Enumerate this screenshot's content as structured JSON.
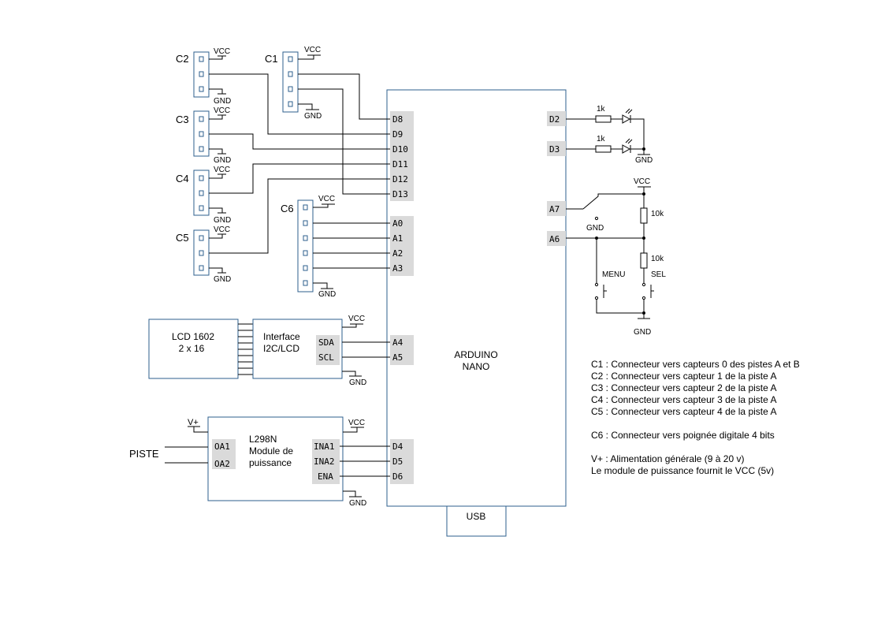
{
  "arduino": {
    "name_line1": "ARDUINO",
    "name_line2": "NANO",
    "usb": "USB",
    "left_pins": [
      "D8",
      "D9",
      "D10",
      "D11",
      "D12",
      "D13",
      "A0",
      "A1",
      "A2",
      "A3",
      "A4",
      "A5",
      "D4",
      "D5",
      "D6"
    ],
    "right_pins": [
      "D2",
      "D3",
      "A7",
      "A6"
    ]
  },
  "connectors": {
    "c1": "C1",
    "c2": "C2",
    "c3": "C3",
    "c4": "C4",
    "c5": "C5",
    "c6": "C6"
  },
  "power": {
    "vcc": "VCC",
    "gnd": "GND",
    "vplus": "V+"
  },
  "lcd": {
    "line1": "LCD 1602",
    "line2": "2 x 16"
  },
  "i2c": {
    "line1": "Interface",
    "line2": "I2C/LCD",
    "sda": "SDA",
    "scl": "SCL"
  },
  "l298n": {
    "line1": "L298N",
    "line2": "Module de",
    "line3": "puissance",
    "oa1": "OA1",
    "oa2": "OA2",
    "ina1": "INA1",
    "ina2": "INA2",
    "ena": "ENA"
  },
  "piste": "PISTE",
  "components": {
    "r1k": "1k",
    "r10k": "10k",
    "menu": "MENU",
    "sel": "SEL"
  },
  "notes": [
    "C1 : Connecteur vers capteurs 0 des pistes A et B",
    "C2 : Connecteur vers capteur 1 de la piste A",
    "C3 : Connecteur vers capteur 2 de la piste A",
    "C4 : Connecteur vers capteur 3 de la piste A",
    "C5 : Connecteur vers capteur 4 de la piste A",
    "C6 : Connecteur vers poignée digitale 4 bits",
    "V+ : Alimentation générale (9 à 20 v)",
    "Le module de puissance fournit le VCC (5v)"
  ]
}
